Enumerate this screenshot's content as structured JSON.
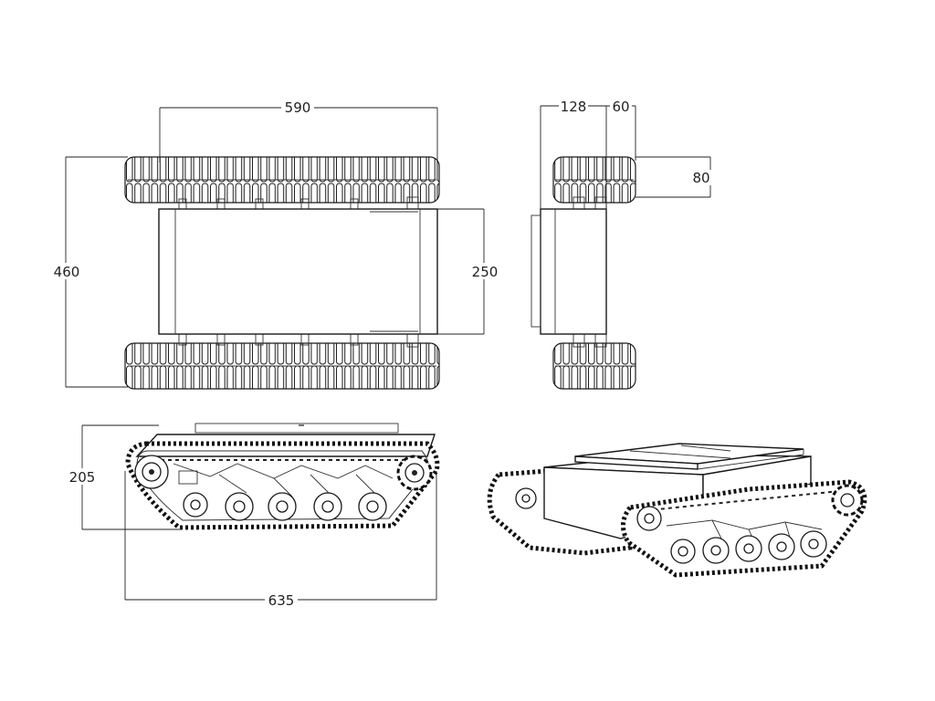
{
  "dimensions": {
    "top_length": "590",
    "top_width": "460",
    "body_width": "250",
    "side_offset": "128",
    "track_width": "60",
    "track_height": "80",
    "side_height": "205",
    "side_length": "635"
  },
  "colors": {
    "line": "#1a1a1a",
    "background": "#ffffff"
  }
}
